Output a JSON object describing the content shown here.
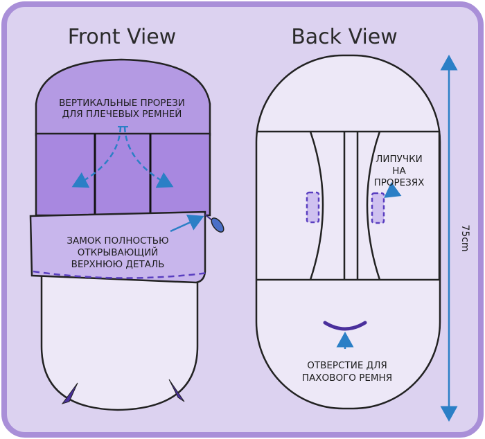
{
  "views": {
    "front_title": "Front View",
    "back_title": "Back View"
  },
  "front": {
    "slots_label": [
      "ВЕРТИКАЛЬНЫЕ ПРОРЕЗИ",
      "ДЛЯ ПЛЕЧЕВЫХ РЕМНЕЙ"
    ],
    "zipper_label": [
      "ЗАМОК ПОЛНОСТЬЮ",
      "ОТКРЫВАЮЩИЙ",
      "ВЕРХНЮЮ ДЕТАЛЬ"
    ]
  },
  "back": {
    "velcro_label": [
      "ЛИПУЧКИ",
      "НА",
      "ПРОРЕЗЯХ"
    ],
    "crotch_label": [
      "ОТВЕРСТИЕ ДЛЯ",
      "ПАХОВОГО РЕМНЯ"
    ]
  },
  "dimension": {
    "length": "75cm"
  },
  "colors": {
    "frame_border": "#a98fd8",
    "frame_fill": "#dcd2f0",
    "bag_fill": "#ede8f7",
    "hood_fill": "#b49ae3",
    "panel_fill": "#a888e0",
    "flap_fill": "#c8b6ec",
    "outline": "#222222",
    "arrow": "#2b7fc6",
    "stitch": "#5a3fc0"
  }
}
